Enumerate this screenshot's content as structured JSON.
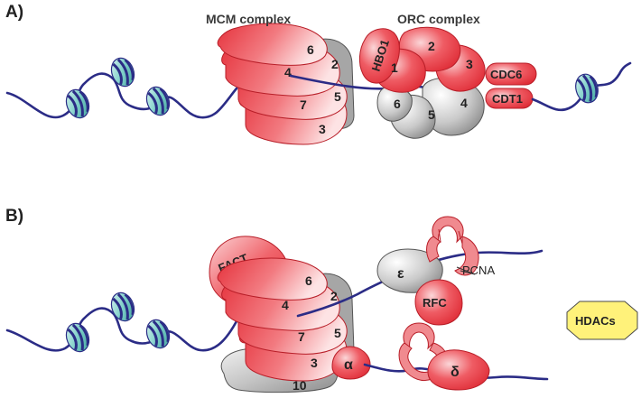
{
  "panel_a": {
    "label": "A)",
    "mcm_title": "MCM complex",
    "orc_title": "ORC complex",
    "mcm_subunits": [
      "6",
      "2",
      "4",
      "5",
      "7",
      "3"
    ],
    "orc_subunits": [
      "1",
      "2",
      "3",
      "4",
      "5",
      "6"
    ],
    "hbo1": "HBO1",
    "cdc6": "CDC6",
    "cdt1": "CDT1"
  },
  "panel_b": {
    "label": "B)",
    "fact": "FACT",
    "mcm_subunits": [
      "6",
      "2",
      "4",
      "5",
      "7",
      "3",
      "10"
    ],
    "alpha": "α",
    "epsilon": "ε",
    "delta": "δ",
    "rfc": "RFC",
    "pcna": "PCNA",
    "hdacs": "HDACs"
  },
  "colors": {
    "dna": "#2b2c86",
    "red_subunit": "#e8414a",
    "gray_subunit": "#9c9c9c",
    "nucleosome": "#7ecfc8",
    "hdacs_fill": "#fff27a"
  }
}
